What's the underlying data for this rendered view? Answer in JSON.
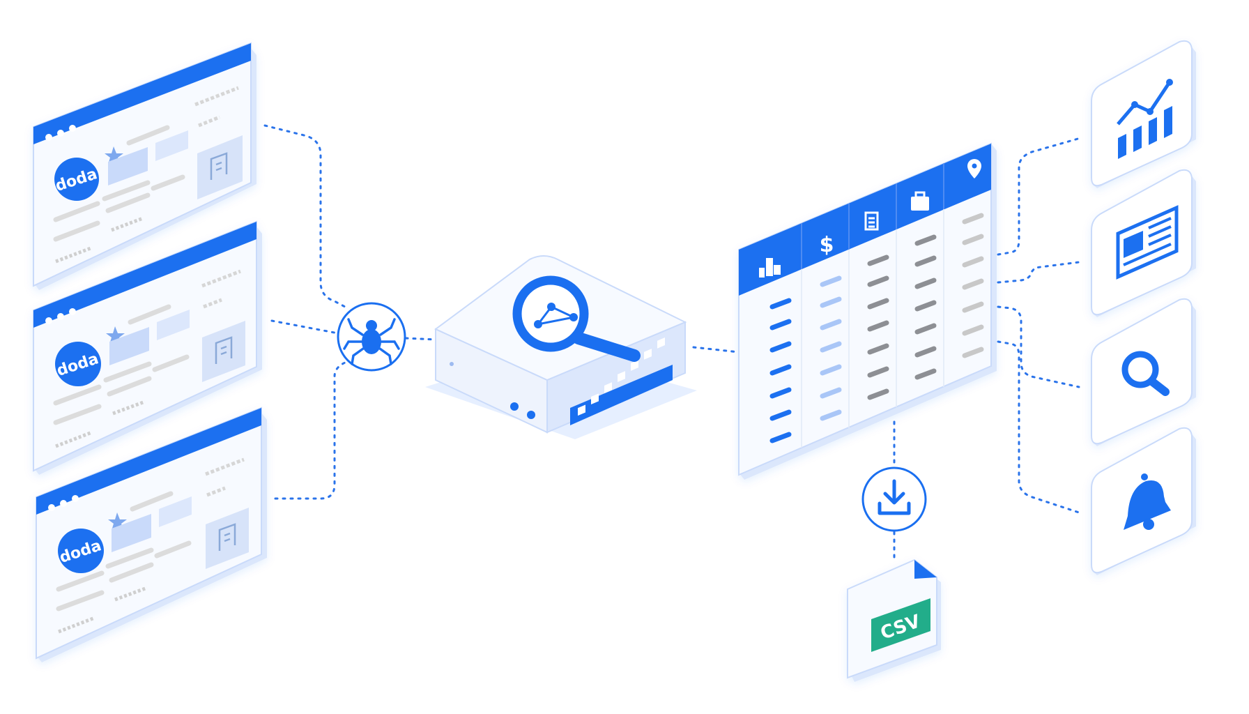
{
  "colors": {
    "primary": "#1a6ff0",
    "primary_light": "#cfe0fb",
    "panel_bg": "#f7faff",
    "edge": "#c9dafa",
    "grey": "#c8c8c8",
    "dark_grey": "#8d8f94",
    "csv_green": "#21ad8a",
    "link": "#2a73ea"
  },
  "browser_cards": [
    {
      "logo_text": "doda"
    },
    {
      "logo_text": "doda"
    },
    {
      "logo_text": "doda"
    }
  ],
  "crawler": {
    "icon": "spider-icon"
  },
  "processor": {
    "icon": "magnifier-network-icon"
  },
  "table": {
    "header_icons": [
      "building-icon",
      "dollar-icon",
      "document-icon",
      "briefcase-icon",
      "location-pin-icon"
    ]
  },
  "export": {
    "icon": "download-icon",
    "file_label": "CSV"
  },
  "outputs": [
    {
      "icon": "bar-chart-trend-icon"
    },
    {
      "icon": "newspaper-icon"
    },
    {
      "icon": "search-icon"
    },
    {
      "icon": "bell-icon"
    }
  ]
}
